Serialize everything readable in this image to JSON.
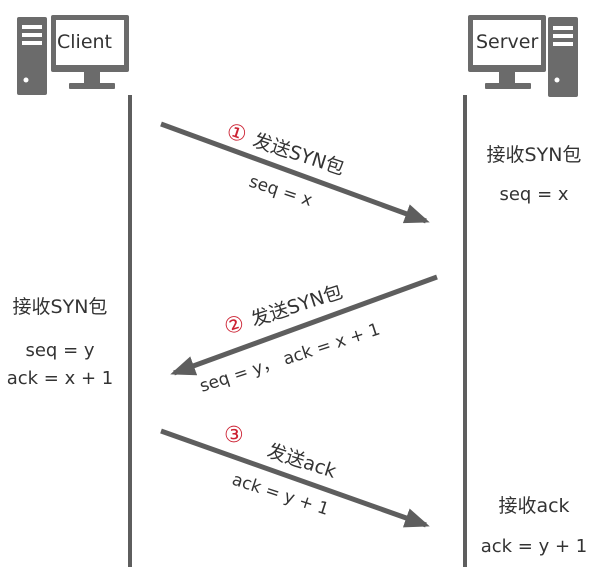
{
  "colors": {
    "line": "#5e5e5e",
    "text": "#333333",
    "step_number": "#cc2233",
    "icon": "#6b6b6b"
  },
  "client": {
    "label": "Client",
    "icon": "desktop-computer-icon"
  },
  "server": {
    "label": "Server",
    "icon": "desktop-computer-icon"
  },
  "steps": [
    {
      "number": "①",
      "action": "发送SYN包",
      "detail": "seq = x",
      "direction": "client-to-server"
    },
    {
      "number": "②",
      "action": "发送SYN包",
      "detail": "seq = y， ack = x + 1",
      "direction": "server-to-client"
    },
    {
      "number": "③",
      "action": "发送ack",
      "detail": "ack = y + 1",
      "direction": "client-to-server"
    }
  ],
  "server_notes": {
    "first": {
      "title": "接收SYN包",
      "detail": "seq = x"
    },
    "second": {
      "title": "接收ack",
      "detail": "ack = y + 1"
    }
  },
  "client_note": {
    "title": "接收SYN包",
    "detail1": "seq = y",
    "detail2": "ack = x + 1"
  }
}
